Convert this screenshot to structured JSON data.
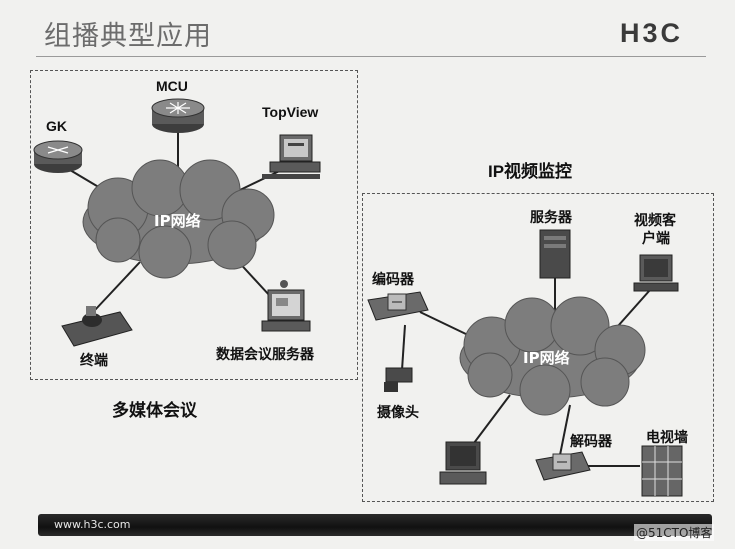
{
  "slide": {
    "title": "组播典型应用",
    "logo": "H3C",
    "footer_url": "www.h3c.com",
    "watermark": "@51CTO博客"
  },
  "left_panel": {
    "caption": "多媒体会议",
    "cloud_label": "IP网络",
    "nodes": {
      "mcu": "MCU",
      "gk": "GK",
      "topview": "TopView",
      "terminal": "终端",
      "data_server": "数据会议服务器"
    }
  },
  "right_panel": {
    "caption": "IP视频监控",
    "cloud_label": "IP网络",
    "nodes": {
      "server": "服务器",
      "client_line1": "视频客",
      "client_line2": "户端",
      "encoder": "编码器",
      "camera": "摄像头",
      "decoder": "解码器",
      "video_wall": "电视墙"
    }
  },
  "colors": {
    "cloud": "#7d7d7d",
    "device": "#5e5e5e",
    "footer": "#151515"
  }
}
